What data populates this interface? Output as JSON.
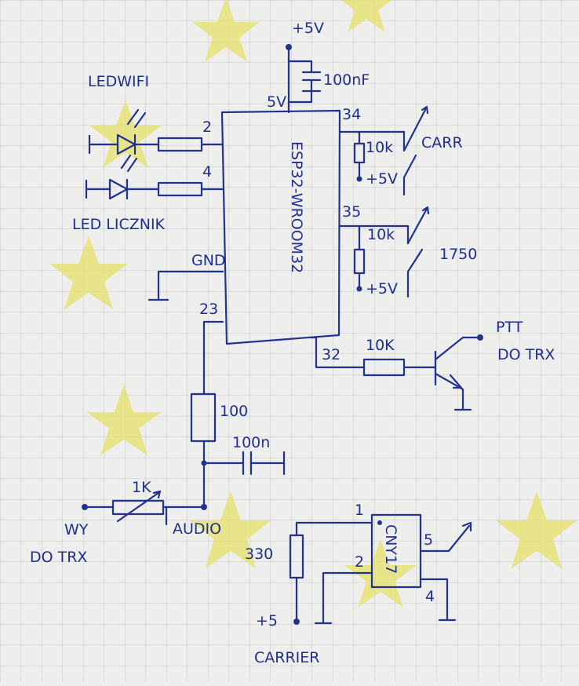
{
  "schematic": {
    "supply_top": "+5V",
    "cap_top": "100nF",
    "pin_5v": "5V",
    "chip_name": "ESP32-WROOM32",
    "led_wifi": "LEDWIFI",
    "led_licznik": "LED LICZNIK",
    "pin_2": "2",
    "pin_4": "4",
    "pin_gnd": "GND",
    "pin_23": "23",
    "pin_34": "34",
    "pin_35": "35",
    "pin_32": "32",
    "res_10k_a": "10k",
    "plus5v_a": "+5V",
    "res_10k_b": "10k",
    "plus5v_b": "+5V",
    "sw_carr": "CARR",
    "sw_1750": "1750",
    "res_10k_ptt": "10K",
    "ptt_label_1": "PTT",
    "ptt_label_2": "DO TRX",
    "res_100": "100",
    "cap_100n": "100n",
    "res_1k": "1K",
    "wy_label_1": "WY",
    "wy_label_2": "DO TRX",
    "audio_label": "AUDIO",
    "res_330": "330",
    "plus5_bottom": "+5",
    "carrier_label": "CARRIER",
    "opto_name": "CNY17",
    "opto_pin_1": "1",
    "opto_pin_2": "2",
    "opto_pin_4": "4",
    "opto_pin_5": "5"
  },
  "colors": {
    "ink": "#22338f",
    "paper": "#eeeeec",
    "grid": "#c4c7cb",
    "stars": "#e6e06a"
  }
}
